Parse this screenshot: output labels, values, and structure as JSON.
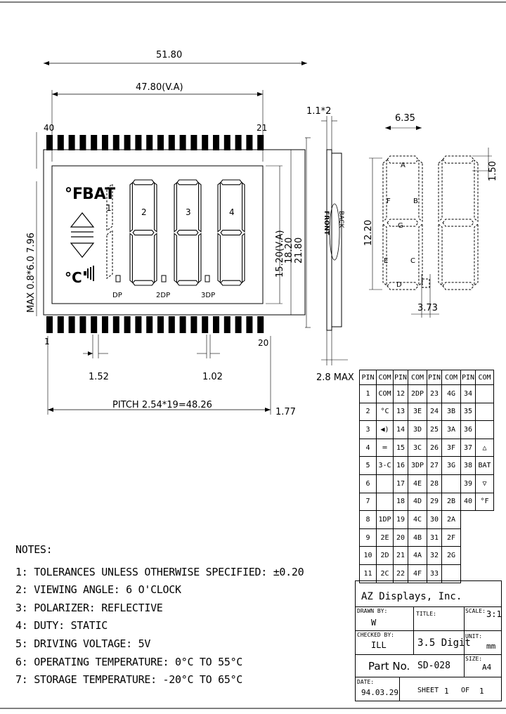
{
  "drawing": {
    "dims": {
      "overall_width": "51.80",
      "va_width": "47.80(V.A)",
      "pin_label_left_top": "40",
      "pin_label_right_top": "21",
      "pin_label_left_bottom": "1",
      "pin_label_right_bottom": "20",
      "left_vertical": "MAX 0.8*6.0 7.96",
      "right_va_height": "15.20(V.A)",
      "right_height_1": "18.20",
      "right_height_2": "21.80",
      "pin_width": "1.52",
      "pin_spacing": "1.02",
      "pitch": "PITCH 2.54*19=48.26",
      "pitch_offset": "1.77",
      "thickness_top": "1.1*2",
      "thickness_bottom": "2.8 MAX",
      "front_label": "FRONT",
      "back_label": "BACK",
      "digit_width": "6.35",
      "digit_height": "12.20",
      "digit_offset": "1.50",
      "dp_offset": "3.73"
    },
    "lcd": {
      "temp_f": "°F",
      "bat": "BAT",
      "temp_c": "°C",
      "digit_labels": [
        "1",
        "2",
        "3",
        "4"
      ],
      "dp_labels": [
        "DP",
        "2DP",
        "3DP"
      ]
    },
    "segments": [
      "A",
      "B",
      "C",
      "D",
      "E",
      "F",
      "G"
    ]
  },
  "pin_table": {
    "headers": [
      "PIN",
      "COM",
      "PIN",
      "COM",
      "PIN",
      "COM",
      "PIN",
      "COM"
    ],
    "rows": [
      [
        "1",
        "COM",
        "12",
        "2DP",
        "23",
        "4G",
        "34",
        ""
      ],
      [
        "2",
        "°C",
        "13",
        "3E",
        "24",
        "3B",
        "35",
        ""
      ],
      [
        "3",
        "◀)",
        "14",
        "3D",
        "25",
        "3A",
        "36",
        ""
      ],
      [
        "4",
        "═",
        "15",
        "3C",
        "26",
        "3F",
        "37",
        "△"
      ],
      [
        "5",
        "3-C",
        "16",
        "3DP",
        "27",
        "3G",
        "38",
        "BAT"
      ],
      [
        "6",
        "",
        "17",
        "4E",
        "28",
        "",
        "39",
        "▽"
      ],
      [
        "7",
        "",
        "18",
        "4D",
        "29",
        "2B",
        "40",
        "°F"
      ],
      [
        "8",
        "1DP",
        "19",
        "4C",
        "30",
        "2A",
        "",
        ""
      ],
      [
        "9",
        "2E",
        "20",
        "4B",
        "31",
        "2F",
        "",
        ""
      ],
      [
        "10",
        "2D",
        "21",
        "4A",
        "32",
        "2G",
        "",
        ""
      ],
      [
        "11",
        "2C",
        "22",
        "4F",
        "33",
        "",
        "",
        ""
      ]
    ]
  },
  "notes": {
    "title": "NOTES:",
    "items": [
      "1: TOLERANCES UNLESS OTHERWISE SPECIFIED: ±0.20",
      "2: VIEWING ANGLE: 6 O'CLOCK",
      "3: POLARIZER: REFLECTIVE",
      "4: DUTY: STATIC",
      "5: DRIVING VOLTAGE: 5V",
      "6: OPERATING TEMPERATURE: 0°C TO 55°C",
      "7: STORAGE TEMPERATURE: -20°C TO 65°C"
    ]
  },
  "title_block": {
    "company": "AZ Displays, Inc.",
    "drawn_by_label": "DRAWN BY:",
    "drawn_by": "W",
    "title_label": "TITLE:",
    "scale_label": "SCALE:",
    "scale": "3:1",
    "checked_by_label": "CHECKED BY:",
    "checked_by": "ILL",
    "title": "3.5 Digit",
    "unit_label": "UNIT:",
    "unit": "mm",
    "part_no_label": "Part No.",
    "part_no": "SD-028",
    "size_label": "SIZE:",
    "size": "A4",
    "date_label": "DATE:",
    "date": "94.03.29",
    "sheet_label": "SHEET",
    "sheet": "1",
    "of_label": "OF",
    "of": "1"
  }
}
